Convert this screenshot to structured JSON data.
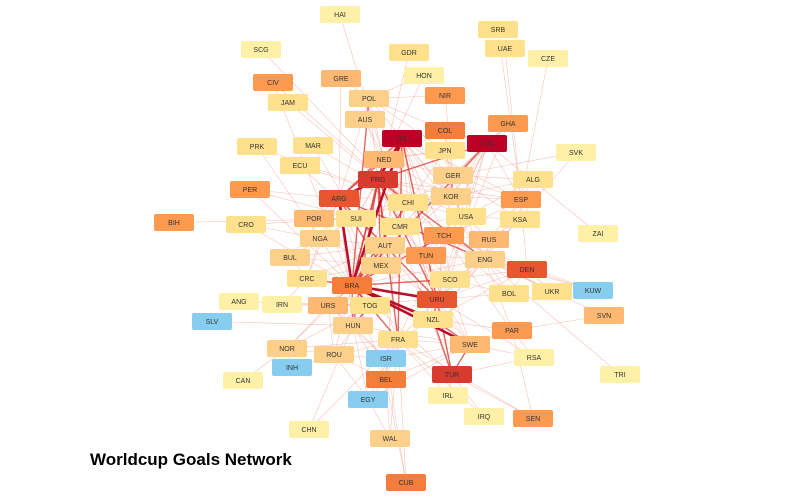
{
  "title": "Worldcup Goals Network",
  "colors": {
    "c0": "#fff0a8",
    "c1": "#ffe08c",
    "c2": "#fdd08a",
    "c3": "#fdb871",
    "c4": "#fd9a50",
    "c5": "#f57d3c",
    "c6": "#e8552f",
    "c7": "#d93a2e",
    "c8": "#bd0026",
    "blue": "#86cdf0"
  },
  "nodes": [
    {
      "id": "HAI",
      "c": "c0"
    },
    {
      "id": "SRB",
      "c": "c1"
    },
    {
      "id": "SCG",
      "c": "c0"
    },
    {
      "id": "GDR",
      "c": "c1"
    },
    {
      "id": "UAE",
      "c": "c1"
    },
    {
      "id": "CZE",
      "c": "c0"
    },
    {
      "id": "CIV",
      "c": "c4"
    },
    {
      "id": "GRE",
      "c": "c3"
    },
    {
      "id": "HON",
      "c": "c0"
    },
    {
      "id": "JAM",
      "c": "c1"
    },
    {
      "id": "POL",
      "c": "c2"
    },
    {
      "id": "NIR",
      "c": "c4"
    },
    {
      "id": "AUS",
      "c": "c2"
    },
    {
      "id": "GHA",
      "c": "c4"
    },
    {
      "id": "ITA",
      "c": "c8"
    },
    {
      "id": "COL",
      "c": "c5"
    },
    {
      "id": "YUG",
      "c": "c8"
    },
    {
      "id": "PRK",
      "c": "c1"
    },
    {
      "id": "MAR",
      "c": "c1"
    },
    {
      "id": "JPN",
      "c": "c1"
    },
    {
      "id": "SVK",
      "c": "c0"
    },
    {
      "id": "NED",
      "c": "c3"
    },
    {
      "id": "ECU",
      "c": "c1"
    },
    {
      "id": "FRG",
      "c": "c7"
    },
    {
      "id": "GER",
      "c": "c2"
    },
    {
      "id": "ALG",
      "c": "c1"
    },
    {
      "id": "PER",
      "c": "c4"
    },
    {
      "id": "ARG",
      "c": "c6"
    },
    {
      "id": "KOR",
      "c": "c2"
    },
    {
      "id": "ESP",
      "c": "c4"
    },
    {
      "id": "CHI",
      "c": "c1"
    },
    {
      "id": "BIH",
      "c": "c4"
    },
    {
      "id": "CRO",
      "c": "c1"
    },
    {
      "id": "POR",
      "c": "c3"
    },
    {
      "id": "SUI",
      "c": "c1"
    },
    {
      "id": "USA",
      "c": "c1"
    },
    {
      "id": "KSA",
      "c": "c1"
    },
    {
      "id": "CMR",
      "c": "c1"
    },
    {
      "id": "ZAI",
      "c": "c0"
    },
    {
      "id": "NGA",
      "c": "c2"
    },
    {
      "id": "TCH",
      "c": "c4"
    },
    {
      "id": "RUS",
      "c": "c3"
    },
    {
      "id": "AUT",
      "c": "c2"
    },
    {
      "id": "BUL",
      "c": "c2"
    },
    {
      "id": "TUN",
      "c": "c4"
    },
    {
      "id": "ENG",
      "c": "c2"
    },
    {
      "id": "MEX",
      "c": "c2"
    },
    {
      "id": "DEN",
      "c": "c6"
    },
    {
      "id": "CRC",
      "c": "c1"
    },
    {
      "id": "SCO",
      "c": "c1"
    },
    {
      "id": "BRA",
      "c": "c5"
    },
    {
      "id": "UKR",
      "c": "c1"
    },
    {
      "id": "KUW",
      "c": "blue"
    },
    {
      "id": "BOL",
      "c": "c1"
    },
    {
      "id": "ANG",
      "c": "c0"
    },
    {
      "id": "IRN",
      "c": "c0"
    },
    {
      "id": "URS",
      "c": "c3"
    },
    {
      "id": "TOG",
      "c": "c1"
    },
    {
      "id": "URU",
      "c": "c6"
    },
    {
      "id": "SVN",
      "c": "c3"
    },
    {
      "id": "SLV",
      "c": "blue"
    },
    {
      "id": "HUN",
      "c": "c2"
    },
    {
      "id": "NZL",
      "c": "c1"
    },
    {
      "id": "PAR",
      "c": "c4"
    },
    {
      "id": "FRA",
      "c": "c1"
    },
    {
      "id": "SWE",
      "c": "c3"
    },
    {
      "id": "NOR",
      "c": "c2"
    },
    {
      "id": "ROU",
      "c": "c2"
    },
    {
      "id": "ISR",
      "c": "blue"
    },
    {
      "id": "RSA",
      "c": "c0"
    },
    {
      "id": "INH",
      "c": "blue"
    },
    {
      "id": "TUR",
      "c": "c7"
    },
    {
      "id": "TRI",
      "c": "c0"
    },
    {
      "id": "CAN",
      "c": "c0"
    },
    {
      "id": "BEL",
      "c": "c5"
    },
    {
      "id": "EGY",
      "c": "blue"
    },
    {
      "id": "IRL",
      "c": "c0"
    },
    {
      "id": "IRQ",
      "c": "c0"
    },
    {
      "id": "SEN",
      "c": "c4"
    },
    {
      "id": "CHN",
      "c": "c0"
    },
    {
      "id": "WAL",
      "c": "c2"
    },
    {
      "id": "CUB",
      "c": "c5"
    }
  ],
  "edges": [
    [
      "ITA",
      "FRG",
      3
    ],
    [
      "ITA",
      "ARG",
      2
    ],
    [
      "ITA",
      "BRA",
      3
    ],
    [
      "ITA",
      "URU",
      2
    ],
    [
      "ITA",
      "FRA",
      2
    ],
    [
      "ITA",
      "NED",
      1
    ],
    [
      "ITA",
      "CHI",
      1
    ],
    [
      "ITA",
      "SUI",
      1
    ],
    [
      "ITA",
      "KOR",
      1
    ],
    [
      "ITA",
      "USA",
      1
    ],
    [
      "ITA",
      "TCH",
      1
    ],
    [
      "ITA",
      "CMR",
      1
    ],
    [
      "ITA",
      "AUT",
      1
    ],
    [
      "ITA",
      "HUN",
      1
    ],
    [
      "ITA",
      "SWE",
      1
    ],
    [
      "ITA",
      "BEL",
      1
    ],
    [
      "ITA",
      "NZL",
      1
    ],
    [
      "ITA",
      "MEX",
      1
    ],
    [
      "ITA",
      "ENG",
      1
    ],
    [
      "ITA",
      "GER",
      1
    ],
    [
      "ITA",
      "POL",
      1
    ],
    [
      "ITA",
      "ESP",
      1
    ],
    [
      "ITA",
      "TUR",
      1
    ],
    [
      "YUG",
      "FRG",
      2
    ],
    [
      "YUG",
      "BRA",
      2
    ],
    [
      "YUG",
      "SCO",
      1
    ],
    [
      "YUG",
      "URU",
      1
    ],
    [
      "YUG",
      "FRA",
      1
    ],
    [
      "YUG",
      "ESP",
      1
    ],
    [
      "YUG",
      "KOR",
      1
    ],
    [
      "YUG",
      "GER",
      1
    ],
    [
      "YUG",
      "TCH",
      1
    ],
    [
      "YUG",
      "NED",
      1
    ],
    [
      "YUG",
      "ZAI",
      1
    ],
    [
      "YUG",
      "COL",
      1
    ],
    [
      "YUG",
      "MEX",
      1
    ],
    [
      "FRG",
      "ARG",
      3
    ],
    [
      "FRG",
      "BRA",
      2
    ],
    [
      "FRG",
      "URU",
      2
    ],
    [
      "FRG",
      "MEX",
      2
    ],
    [
      "FRG",
      "AUT",
      2
    ],
    [
      "FRG",
      "NED",
      2
    ],
    [
      "FRG",
      "CHI",
      1
    ],
    [
      "FRG",
      "ENG",
      2
    ],
    [
      "FRG",
      "TUR",
      1
    ],
    [
      "FRG",
      "HUN",
      2
    ],
    [
      "FRG",
      "SWE",
      1
    ],
    [
      "FRG",
      "SUI",
      1
    ],
    [
      "FRG",
      "FRA",
      2
    ],
    [
      "FRG",
      "TCH",
      1
    ],
    [
      "FRG",
      "ESP",
      1
    ],
    [
      "FRG",
      "KOR",
      1
    ],
    [
      "FRG",
      "USA",
      1
    ],
    [
      "FRG",
      "POL",
      1
    ],
    [
      "ARG",
      "BRA",
      3
    ],
    [
      "ARG",
      "URU",
      2
    ],
    [
      "ARG",
      "NGA",
      1
    ],
    [
      "ARG",
      "BUL",
      1
    ],
    [
      "ARG",
      "MEX",
      2
    ],
    [
      "ARG",
      "NED",
      2
    ],
    [
      "ARG",
      "FRA",
      1
    ],
    [
      "ARG",
      "ENG",
      2
    ],
    [
      "ARG",
      "HUN",
      1
    ],
    [
      "ARG",
      "SUI",
      1
    ],
    [
      "ARG",
      "KOR",
      1
    ],
    [
      "ARG",
      "CRC",
      1
    ],
    [
      "ARG",
      "POR",
      1
    ],
    [
      "ARG",
      "TOG",
      1
    ],
    [
      "ARG",
      "SWE",
      1
    ],
    [
      "ARG",
      "POL",
      1
    ],
    [
      "ARG",
      "PER",
      1
    ],
    [
      "ARG",
      "GRE",
      1
    ],
    [
      "BRA",
      "URU",
      3
    ],
    [
      "BRA",
      "SWE",
      3
    ],
    [
      "BRA",
      "FRA",
      2
    ],
    [
      "BRA",
      "TOG",
      2
    ],
    [
      "BRA",
      "NZL",
      3
    ],
    [
      "BRA",
      "SCO",
      2
    ],
    [
      "BRA",
      "MEX",
      2
    ],
    [
      "BRA",
      "HUN",
      2
    ],
    [
      "BRA",
      "URS",
      1
    ],
    [
      "BRA",
      "CRC",
      2
    ],
    [
      "BRA",
      "POL",
      2
    ],
    [
      "BRA",
      "NED",
      2
    ],
    [
      "BRA",
      "AUT",
      2
    ],
    [
      "BRA",
      "CHI",
      2
    ],
    [
      "BRA",
      "TCH",
      2
    ],
    [
      "BRA",
      "ESP",
      1
    ],
    [
      "BRA",
      "PER",
      1
    ],
    [
      "BRA",
      "NOR",
      1
    ],
    [
      "BRA",
      "ROU",
      1
    ],
    [
      "BRA",
      "BEL",
      1
    ],
    [
      "BRA",
      "TUR",
      1
    ],
    [
      "BRA",
      "KOR",
      1
    ],
    [
      "BRA",
      "GHA",
      1
    ],
    [
      "BRA",
      "JPN",
      1
    ],
    [
      "BRA",
      "CRO",
      1
    ],
    [
      "BRA",
      "ENG",
      1
    ],
    [
      "BRA",
      "PRK",
      1
    ],
    [
      "BRA",
      "CIV",
      1
    ],
    [
      "URU",
      "TUR",
      2
    ],
    [
      "URU",
      "NZL",
      2
    ],
    [
      "URU",
      "SCO",
      1
    ],
    [
      "URU",
      "BOL",
      1
    ],
    [
      "URU",
      "MEX",
      1
    ],
    [
      "URU",
      "URS",
      1
    ],
    [
      "URU",
      "FRA",
      1
    ],
    [
      "URU",
      "SWE",
      1
    ],
    [
      "URU",
      "ENG",
      1
    ],
    [
      "URU",
      "TCH",
      1
    ],
    [
      "URU",
      "AUS",
      1
    ],
    [
      "URU",
      "RSA",
      1
    ],
    [
      "URU",
      "KSA",
      1
    ],
    [
      "URU",
      "GHA",
      1
    ],
    [
      "URU",
      "KOR",
      1
    ],
    [
      "URU",
      "DEN",
      1
    ],
    [
      "NZL",
      "SWE",
      2
    ],
    [
      "NZL",
      "TUR",
      2
    ],
    [
      "NZL",
      "PAR",
      1
    ],
    [
      "NZL",
      "SVK",
      1
    ],
    [
      "NZL",
      "DEN",
      1
    ],
    [
      "NZL",
      "FRA",
      1
    ],
    [
      "NZL",
      "ENG",
      1
    ],
    [
      "SWE",
      "TUR",
      2
    ],
    [
      "SWE",
      "PAR",
      1
    ],
    [
      "SWE",
      "BEL",
      1
    ],
    [
      "SWE",
      "RSA",
      1
    ],
    [
      "SWE",
      "FRA",
      1
    ],
    [
      "SWE",
      "HUN",
      1
    ],
    [
      "SWE",
      "EGY",
      1
    ],
    [
      "SWE",
      "ISR",
      1
    ],
    [
      "HUN",
      "TOG",
      2
    ],
    [
      "HUN",
      "URS",
      1
    ],
    [
      "HUN",
      "SLV",
      1
    ],
    [
      "HUN",
      "EGY",
      1
    ],
    [
      "HUN",
      "ISR",
      1
    ],
    [
      "HUN",
      "BEL",
      1
    ],
    [
      "FRA",
      "BEL",
      1
    ],
    [
      "FRA",
      "ISR",
      1
    ],
    [
      "FRA",
      "EGY",
      1
    ],
    [
      "FRA",
      "IRL",
      1
    ],
    [
      "FRA",
      "INH",
      1
    ],
    [
      "FRA",
      "WAL",
      1
    ],
    [
      "FRA",
      "CUB",
      1
    ],
    [
      "FRA",
      "NOR",
      1
    ],
    [
      "FRA",
      "SEN",
      1
    ],
    [
      "FRA",
      "IRQ",
      1
    ],
    [
      "TOG",
      "URS",
      1
    ],
    [
      "TOG",
      "IRN",
      1
    ],
    [
      "TOG",
      "ANG",
      1
    ],
    [
      "TOG",
      "ROU",
      1
    ],
    [
      "TOG",
      "NOR",
      1
    ],
    [
      "MEX",
      "CRC",
      1
    ],
    [
      "MEX",
      "URS",
      1
    ],
    [
      "MEX",
      "AUT",
      1
    ],
    [
      "MEX",
      "NGA",
      1
    ],
    [
      "MEX",
      "BUL",
      1
    ],
    [
      "MEX",
      "TUN",
      1
    ],
    [
      "MEX",
      "SCO",
      1
    ],
    [
      "ESP",
      "DEN",
      1
    ],
    [
      "ESP",
      "RUS",
      1
    ],
    [
      "ESP",
      "KSA",
      1
    ],
    [
      "ESP",
      "ALG",
      1
    ],
    [
      "ESP",
      "ENG",
      1
    ],
    [
      "ESP",
      "KOR",
      1
    ],
    [
      "ESP",
      "GER",
      1
    ],
    [
      "ESP",
      "UAE",
      1
    ],
    [
      "ESP",
      "CZE",
      1
    ],
    [
      "ESP",
      "SRB",
      1
    ],
    [
      "NED",
      "ARG",
      1
    ],
    [
      "NED",
      "CHI",
      1
    ],
    [
      "NED",
      "KOR",
      1
    ],
    [
      "NED",
      "GER",
      1
    ],
    [
      "NED",
      "AUS",
      1
    ],
    [
      "NED",
      "POL",
      1
    ],
    [
      "NED",
      "JPN",
      1
    ],
    [
      "NED",
      "COL",
      1
    ],
    [
      "NED",
      "GDR",
      1
    ],
    [
      "NED",
      "HON",
      1
    ],
    [
      "NED",
      "HAI",
      1
    ],
    [
      "GER",
      "KOR",
      2
    ],
    [
      "GER",
      "USA",
      1
    ],
    [
      "GER",
      "KSA",
      1
    ],
    [
      "GER",
      "CMR",
      1
    ],
    [
      "GER",
      "CHI",
      1
    ],
    [
      "GER",
      "JPN",
      1
    ],
    [
      "GER",
      "COL",
      1
    ],
    [
      "GER",
      "NIR",
      1
    ],
    [
      "GER",
      "GHA",
      1
    ],
    [
      "GER",
      "SVK",
      1
    ],
    [
      "GER",
      "ALG",
      1
    ],
    [
      "TCH",
      "RUS",
      1
    ],
    [
      "TCH",
      "ENG",
      1
    ],
    [
      "TCH",
      "SCO",
      1
    ],
    [
      "TCH",
      "TUN",
      1
    ],
    [
      "TCH",
      "USA",
      1
    ],
    [
      "TCH",
      "CMR",
      1
    ],
    [
      "TCH",
      "KUW",
      1
    ],
    [
      "TCH",
      "UKR",
      1
    ],
    [
      "TCH",
      "BOL",
      1
    ],
    [
      "TCH",
      "DEN",
      1
    ],
    [
      "TCH",
      "PAR",
      1
    ],
    [
      "ENG",
      "USA",
      1
    ],
    [
      "ENG",
      "TUN",
      1
    ],
    [
      "ENG",
      "DEN",
      1
    ],
    [
      "ENG",
      "BOL",
      1
    ],
    [
      "ENG",
      "UKR",
      1
    ],
    [
      "ENG",
      "SCO",
      1
    ],
    [
      "ENG",
      "KUW",
      1
    ],
    [
      "ENG",
      "RUS",
      1
    ],
    [
      "ENG",
      "SVN",
      1
    ],
    [
      "ENG",
      "TRI",
      1
    ],
    [
      "ENG",
      "PAR",
      1
    ],
    [
      "CHI",
      "SUI",
      1
    ],
    [
      "CHI",
      "CMR",
      1
    ],
    [
      "CHI",
      "AUT",
      1
    ],
    [
      "CHI",
      "KOR",
      1
    ],
    [
      "CHI",
      "USA",
      1
    ],
    [
      "CHI",
      "POR",
      1
    ],
    [
      "CHI",
      "ECU",
      1
    ],
    [
      "CHI",
      "MAR",
      1
    ],
    [
      "CHI",
      "PRK",
      1
    ],
    [
      "CHI",
      "JAM",
      1
    ],
    [
      "CHI",
      "CIV",
      1
    ],
    [
      "CHI",
      "SCG",
      1
    ],
    [
      "SUI",
      "CMR",
      1
    ],
    [
      "SUI",
      "AUT",
      1
    ],
    [
      "SUI",
      "POR",
      1
    ],
    [
      "SUI",
      "NGA",
      1
    ],
    [
      "SUI",
      "CRO",
      1
    ],
    [
      "SUI",
      "ECU",
      1
    ],
    [
      "SUI",
      "BIH",
      1
    ],
    [
      "SUI",
      "PER",
      1
    ],
    [
      "SUI",
      "MAR",
      1
    ],
    [
      "AUT",
      "CMR",
      1
    ],
    [
      "AUT",
      "NGA",
      1
    ],
    [
      "AUT",
      "BUL",
      1
    ],
    [
      "AUT",
      "TUN",
      1
    ],
    [
      "AUT",
      "CRC",
      1
    ],
    [
      "AUT",
      "URS",
      1
    ],
    [
      "AUT",
      "SCO",
      1
    ],
    [
      "POL",
      "AUS",
      1
    ],
    [
      "POL",
      "GRE",
      1
    ],
    [
      "POL",
      "JPN",
      1
    ],
    [
      "POL",
      "COL",
      1
    ],
    [
      "POL",
      "HON",
      1
    ],
    [
      "POL",
      "NIR",
      1
    ],
    [
      "USA",
      "KOR",
      1
    ],
    [
      "USA",
      "KSA",
      1
    ],
    [
      "USA",
      "RUS",
      1
    ],
    [
      "USA",
      "ALG",
      1
    ],
    [
      "USA",
      "CMR",
      1
    ],
    [
      "KOR",
      "JPN",
      1
    ],
    [
      "KOR",
      "GHA",
      1
    ],
    [
      "KOR",
      "ALG",
      1
    ],
    [
      "KOR",
      "COL",
      1
    ],
    [
      "SCO",
      "BOL",
      1
    ],
    [
      "SCO",
      "NZL",
      1
    ],
    [
      "SCO",
      "DEN",
      1
    ],
    [
      "SCO",
      "TUN",
      1
    ],
    [
      "URS",
      "ROU",
      1
    ],
    [
      "URS",
      "NOR",
      1
    ],
    [
      "URS",
      "IRN",
      1
    ],
    [
      "URS",
      "ISR",
      1
    ],
    [
      "NOR",
      "ROU",
      1
    ],
    [
      "NOR",
      "INH",
      1
    ],
    [
      "NOR",
      "CAN",
      1
    ],
    [
      "ROU",
      "ISR",
      1
    ],
    [
      "ROU",
      "EGY",
      1
    ],
    [
      "ROU",
      "BEL",
      1
    ],
    [
      "BEL",
      "EGY",
      1
    ],
    [
      "BEL",
      "ISR",
      1
    ],
    [
      "BEL",
      "WAL",
      1
    ],
    [
      "BEL",
      "CUB",
      1
    ],
    [
      "TUR",
      "IRL",
      1
    ],
    [
      "TUR",
      "IRQ",
      1
    ],
    [
      "TUR",
      "SEN",
      1
    ],
    [
      "TUR",
      "RSA",
      1
    ],
    [
      "CRC",
      "BUL",
      1
    ],
    [
      "CRC",
      "NGA",
      1
    ],
    [
      "CRC",
      "IRN",
      1
    ],
    [
      "PAR",
      "SVN",
      1
    ],
    [
      "PAR",
      "RSA",
      1
    ],
    [
      "PAR",
      "SEN",
      1
    ],
    [
      "DEN",
      "KUW",
      1
    ],
    [
      "DEN",
      "UKR",
      1
    ],
    [
      "DEN",
      "BOL",
      1
    ],
    [
      "FRA",
      "CHN",
      1
    ],
    [
      "HUN",
      "CHN",
      1
    ],
    [
      "EGY",
      "WAL",
      1
    ],
    [
      "ISR",
      "CUB",
      1
    ],
    [
      "NGA",
      "BUL",
      1
    ],
    [
      "NGA",
      "CRO",
      1
    ],
    [
      "CMR",
      "TUN",
      1
    ],
    [
      "RUS",
      "KSA",
      1
    ],
    [
      "RUS",
      "ENG",
      1
    ]
  ]
}
